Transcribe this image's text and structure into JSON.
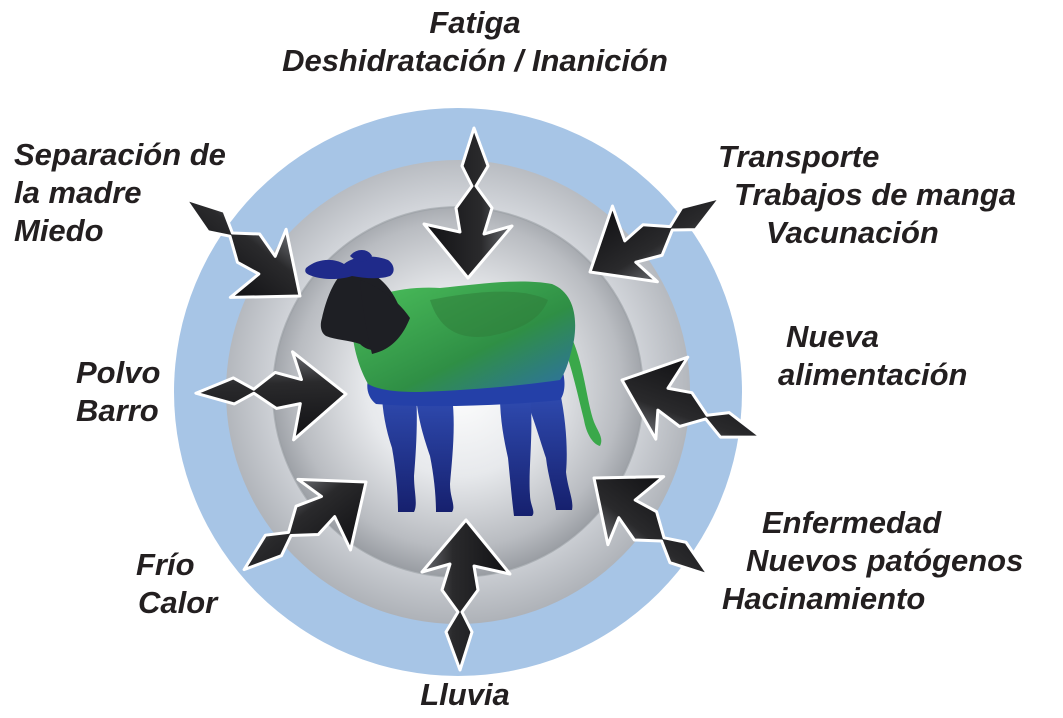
{
  "diagram": {
    "center_subject_icon": "calf-silhouette-icon",
    "colors": {
      "outer_ring": "#a7c5e6",
      "inner_gradient_light": "#ffffff",
      "inner_gradient_dark": "#8d9197",
      "arrow_dark": "#2a2a2c",
      "calf_green": "#3aa84a",
      "calf_dark_green": "#2f7d3a",
      "calf_blue": "#1d2d8f",
      "calf_head": "#1e1f24",
      "text": "#231f20"
    },
    "stressors": {
      "top": [
        "Fatiga",
        "Deshidratación / Inanición"
      ],
      "top_left": [
        "Separación de",
        "la madre",
        "Miedo"
      ],
      "top_right": [
        "Transporte",
        "Trabajos de manga",
        "Vacunación"
      ],
      "right": [
        "Nueva",
        "alimentación"
      ],
      "left": [
        "Polvo",
        "Barro"
      ],
      "bottom_left": [
        "Frío",
        "Calor"
      ],
      "bottom_right": [
        "Enfermedad",
        "Nuevos patógenos",
        "Hacinamiento"
      ],
      "bottom": [
        "Lluvia"
      ]
    }
  }
}
